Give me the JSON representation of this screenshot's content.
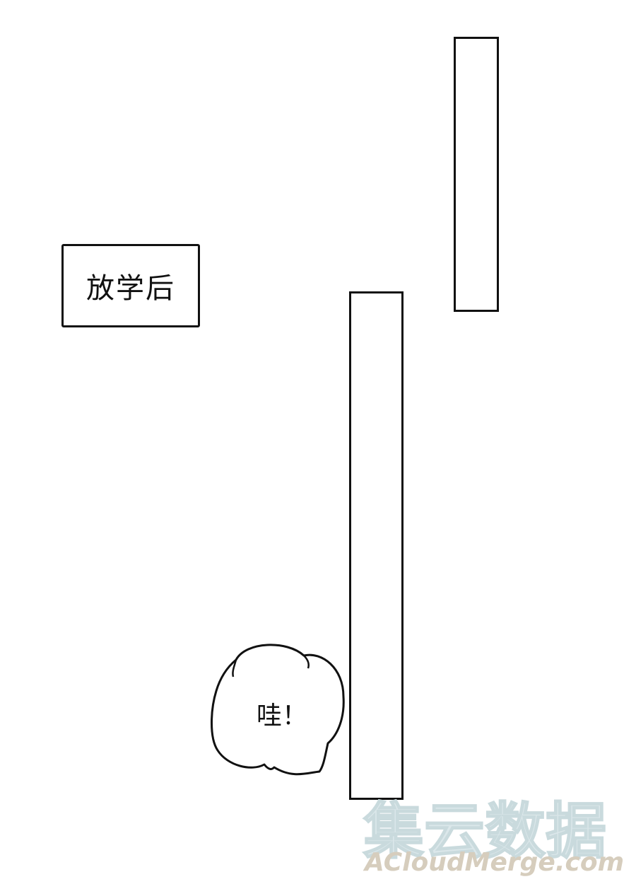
{
  "caption": {
    "text": "放学后"
  },
  "speech_bubble": {
    "text": "哇！"
  },
  "watermark": {
    "chinese": "集云数据",
    "english": "ACloudMerge.com"
  }
}
